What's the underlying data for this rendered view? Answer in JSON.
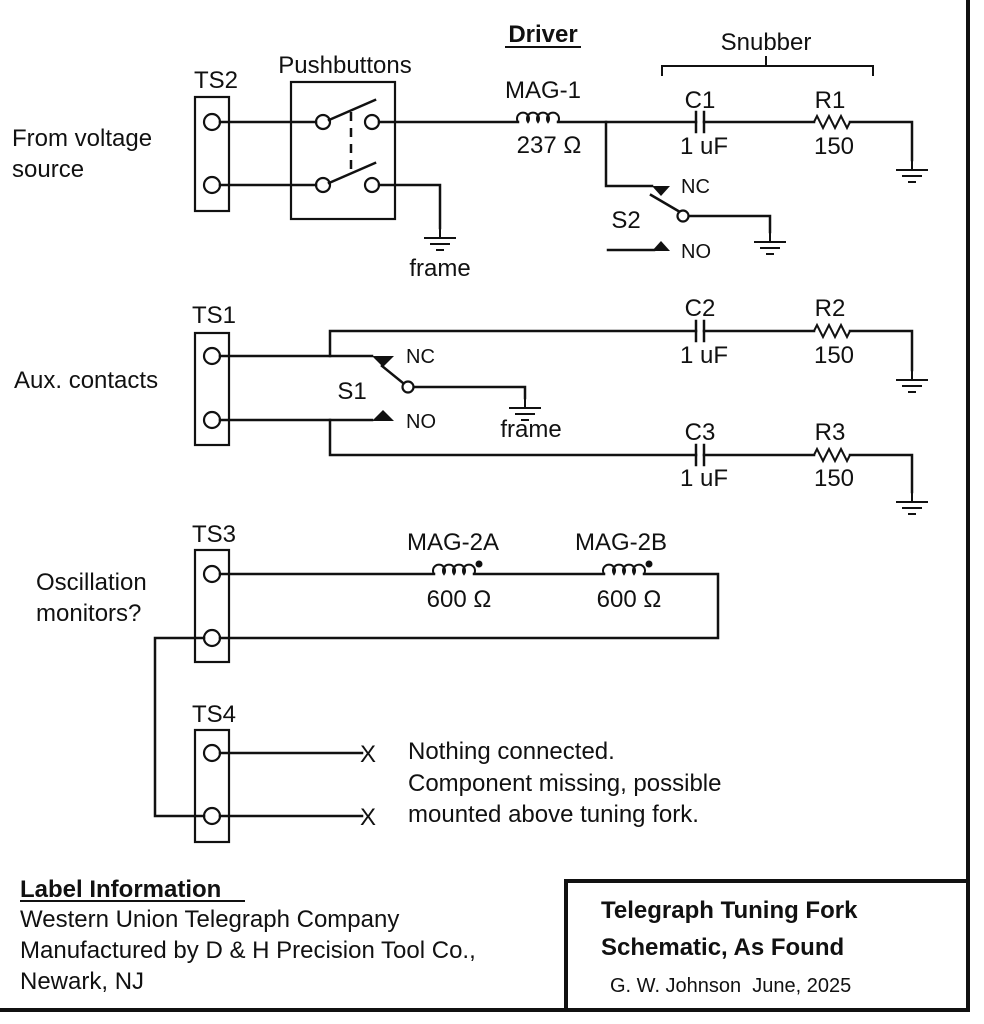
{
  "header": {
    "driver": "Driver",
    "snubber": "Snubber"
  },
  "ts2": {
    "label": "TS2",
    "source_line1": "From voltage",
    "source_line2": "source",
    "pushbuttons": "Pushbuttons",
    "frame": "frame"
  },
  "mag1": {
    "label": "MAG-1",
    "value": "237 Ω"
  },
  "c1": {
    "label": "C1",
    "value": "1 uF"
  },
  "r1": {
    "label": "R1",
    "value": "150"
  },
  "s2": {
    "label": "S2",
    "nc": "NC",
    "no": "NO"
  },
  "ts1": {
    "label": "TS1",
    "desc": "Aux. contacts",
    "frame": "frame"
  },
  "s1": {
    "label": "S1",
    "nc": "NC",
    "no": "NO"
  },
  "c2": {
    "label": "C2",
    "value": "1 uF"
  },
  "r2": {
    "label": "R2",
    "value": "150"
  },
  "c3": {
    "label": "C3",
    "value": "1 uF"
  },
  "r3": {
    "label": "R3",
    "value": "150"
  },
  "ts3": {
    "label": "TS3",
    "desc_line1": "Oscillation",
    "desc_line2": "monitors?"
  },
  "mag2a": {
    "label": "MAG-2A",
    "value": "600 Ω"
  },
  "mag2b": {
    "label": "MAG-2B",
    "value": "600 Ω"
  },
  "ts4": {
    "label": "TS4",
    "mark": "X",
    "note_line1": "Nothing connected.",
    "note_line2": "Component missing, possible",
    "note_line3": "mounted above tuning fork."
  },
  "label_info": {
    "heading": "Label Information",
    "line1": "Western Union Telegraph Company",
    "line2": "Manufactured by D & H Precision Tool Co.,",
    "line3": "Newark, NJ"
  },
  "title_block": {
    "line1": "Telegraph Tuning Fork",
    "line2": "Schematic, As Found",
    "author": "G. W. Johnson  June, 2025"
  }
}
